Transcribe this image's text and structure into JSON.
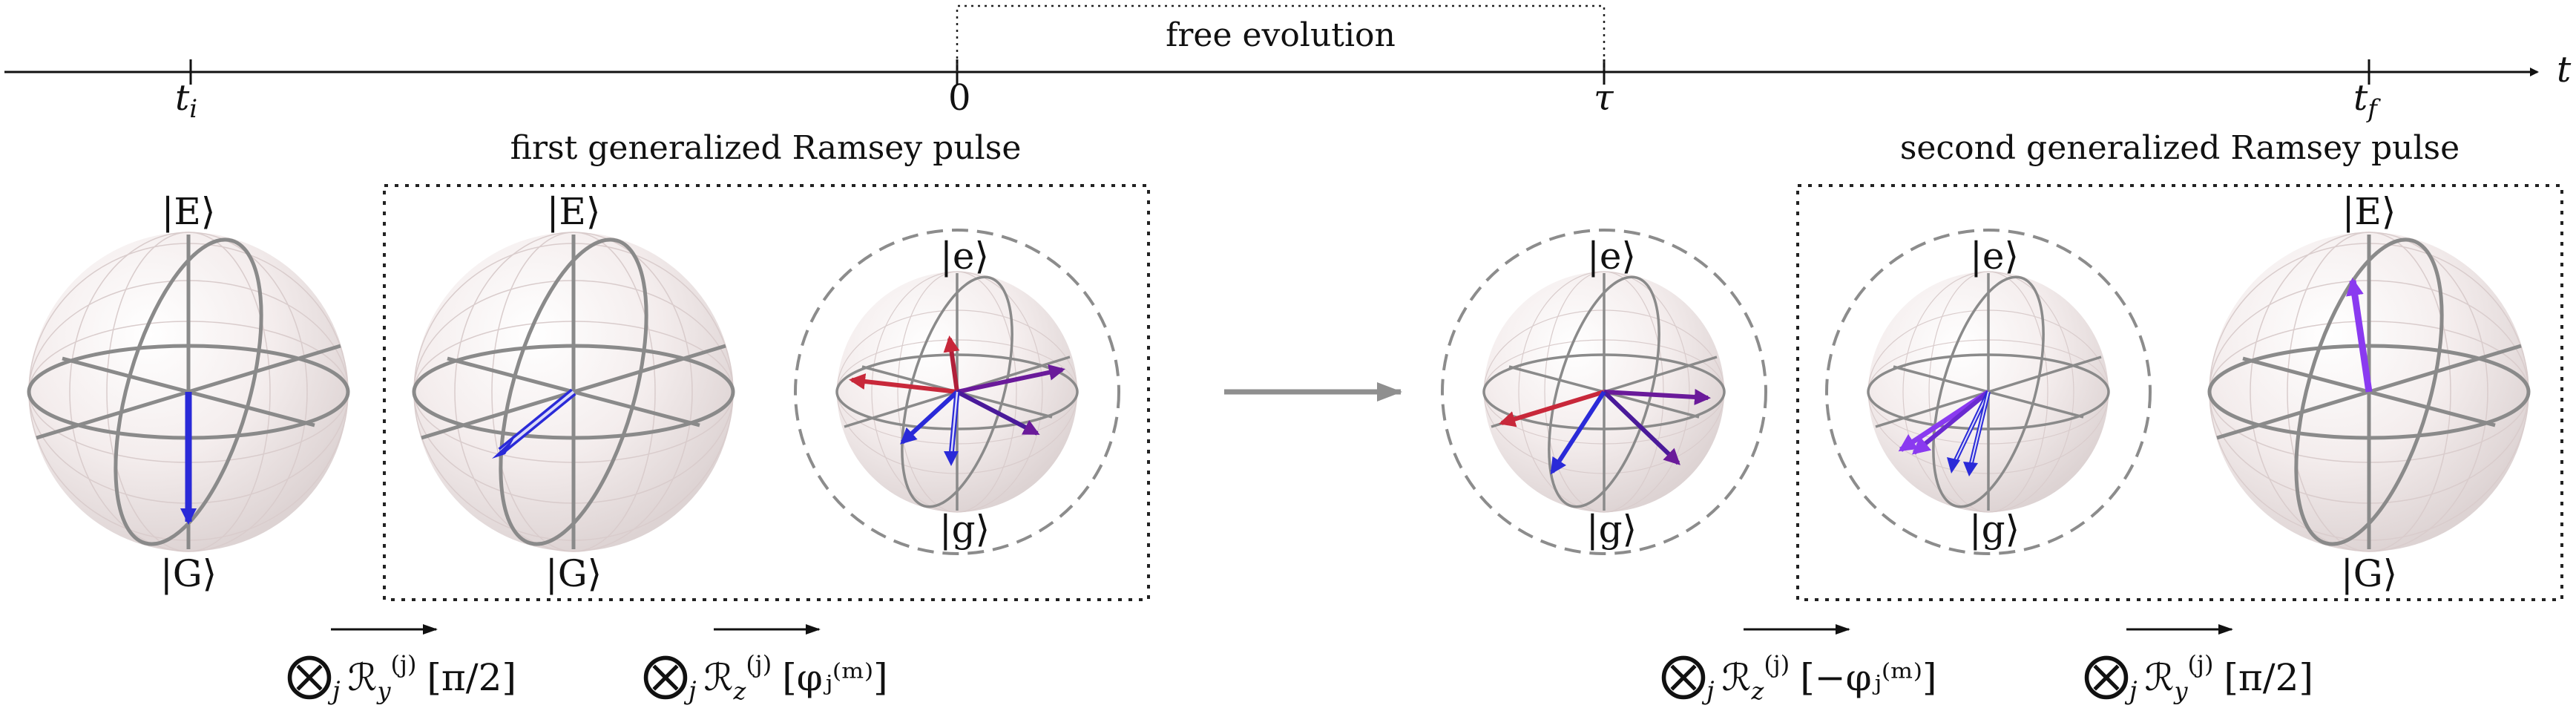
{
  "timeline": {
    "axis_label": "t",
    "ticks": [
      {
        "id": "ti",
        "main": "t",
        "sub": "i"
      },
      {
        "id": "zero",
        "main": "0",
        "sub": ""
      },
      {
        "id": "tau",
        "main": "τ",
        "sub": ""
      },
      {
        "id": "tf",
        "main": "t",
        "sub": "f"
      }
    ],
    "free_evolution_label": "free evolution"
  },
  "pulses": {
    "first_label": "first generalized Ramsey pulse",
    "second_label": "second generalized Ramsey pulse"
  },
  "kets": {
    "E": "|E⟩",
    "G": "|G⟩",
    "e": "|e⟩",
    "g": "|g⟩"
  },
  "operators": [
    {
      "id": "op1",
      "prefix": "⨂",
      "idx": "j",
      "R": "ℛ",
      "axis": "y",
      "sup": "(j)",
      "arg": "[π/2]"
    },
    {
      "id": "op2",
      "prefix": "⨂",
      "idx": "j",
      "R": "ℛ",
      "axis": "z",
      "sup": "(j)",
      "arg": "[φⱼ⁽ᵐ⁾]"
    },
    {
      "id": "op3",
      "prefix": "⨂",
      "idx": "j",
      "R": "ℛ",
      "axis": "z",
      "sup": "(j)",
      "arg": "[−φⱼ⁽ᵐ⁾]"
    },
    {
      "id": "op4",
      "prefix": "⨂",
      "idx": "j",
      "R": "ℛ",
      "axis": "y",
      "sup": "(j)",
      "arg": "[π/2]"
    }
  ],
  "colors": {
    "blue": "#2a2ad8",
    "red": "#c8283a",
    "purple": "#6a1a9a",
    "violet": "#8a3af0",
    "sphere_line": "#8a8a8a",
    "dashed_circle": "#8c8c8c",
    "arrow_gray": "#8f8f8f"
  }
}
